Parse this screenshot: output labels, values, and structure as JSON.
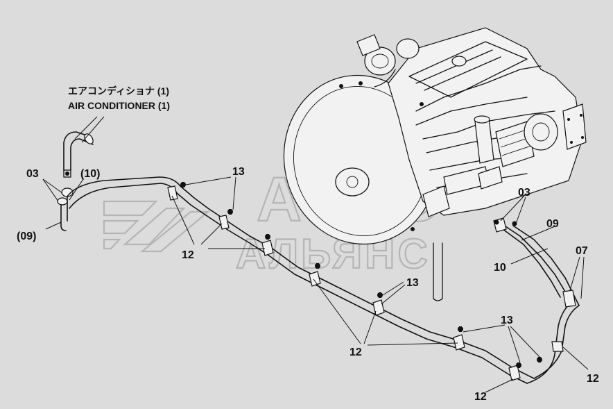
{
  "title": {
    "ja": "エアコンディショナ (1)",
    "en": "AIR CONDITIONER (1)"
  },
  "watermark": {
    "line1": "АВТО",
    "line2": "АЛЬЯНС"
  },
  "callouts": {
    "c03_left": "03",
    "c10_left": "(10)",
    "c09_left": "(09)",
    "c13_top": "13",
    "c12_left": "12",
    "c13_mid": "13",
    "c12_bottom": "12",
    "c03_right": "03",
    "c09_right": "09",
    "c10_right": "10",
    "c07_right": "07",
    "c13_low": "13",
    "c12_right": "12",
    "c12_low": "12"
  },
  "colors": {
    "background": "#dcdcdc",
    "line": "#111111",
    "watermark": "#b5b5b5"
  }
}
